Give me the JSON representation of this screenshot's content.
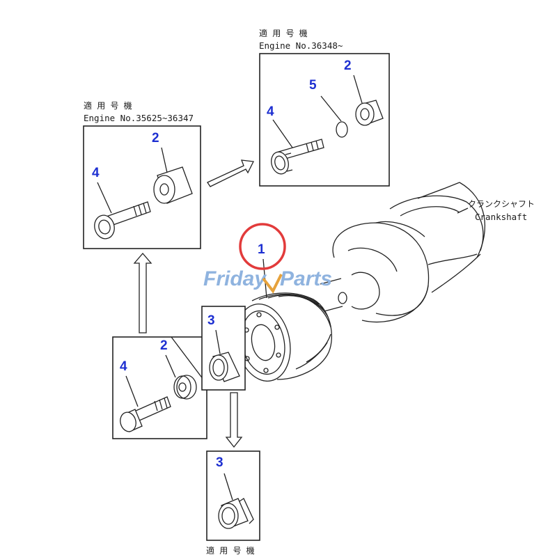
{
  "colors": {
    "part_number": "#1d2fd1",
    "highlight_circle": "#e23b3b",
    "watermark": "#8fb3df",
    "line": "#222222"
  },
  "labels": {
    "box_late_title_jp": "適 用 号 機",
    "box_late_engine": "Engine No.36348~",
    "box_mid_title_jp": "適 用 号 機",
    "box_mid_engine": "Engine No.35625~36347",
    "bottom_title_jp": "適 用 号 機",
    "crankshaft_jp": "クランクシャフト",
    "crankshaft_en": "Crankshaft"
  },
  "watermark": {
    "text_a": "Friday",
    "text_b": "Parts"
  },
  "parts": {
    "damper": "1",
    "bolt_top_late": "4",
    "washer_top_late": "5",
    "spacer_top_late": "2",
    "bolt_mid": "4",
    "spacer_mid": "2",
    "bolt_low": "4",
    "spacer_low": "2",
    "bushing_side": "3",
    "bushing_bottom": "3"
  }
}
